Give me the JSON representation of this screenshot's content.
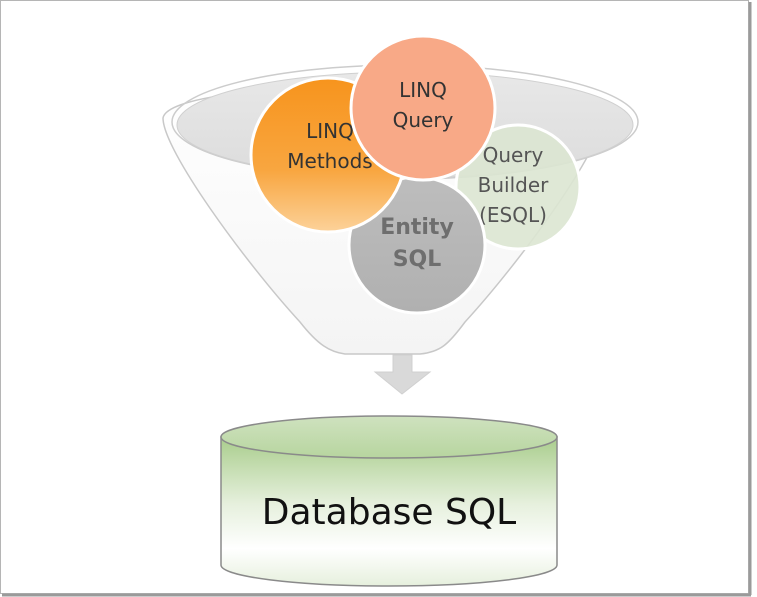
{
  "colors": {
    "linq_methods": "#f7961e",
    "linq_query": "#f8a987",
    "query_builder": "#d9e4ce",
    "entity_sql": "#b3b3b3",
    "database_fill": "#d3e6c3",
    "arrow": "#d9d9d9",
    "funnel_outline": "#c8c8c8",
    "frame": "#9a9a9a"
  },
  "funnel": {
    "circles": {
      "linq_query": {
        "line1": "LINQ",
        "line2": "Query"
      },
      "linq_methods": {
        "line1": "LINQ",
        "line2": "Methods"
      },
      "query_builder": {
        "line1": "Query",
        "line2": "Builder",
        "line3": "(ESQL)"
      },
      "entity_sql": {
        "line1": "Entity",
        "line2": "SQL"
      }
    }
  },
  "database": {
    "label": "Database SQL",
    "icon": "database-cylinder-icon"
  },
  "arrow": {
    "icon": "arrow-down-icon"
  }
}
